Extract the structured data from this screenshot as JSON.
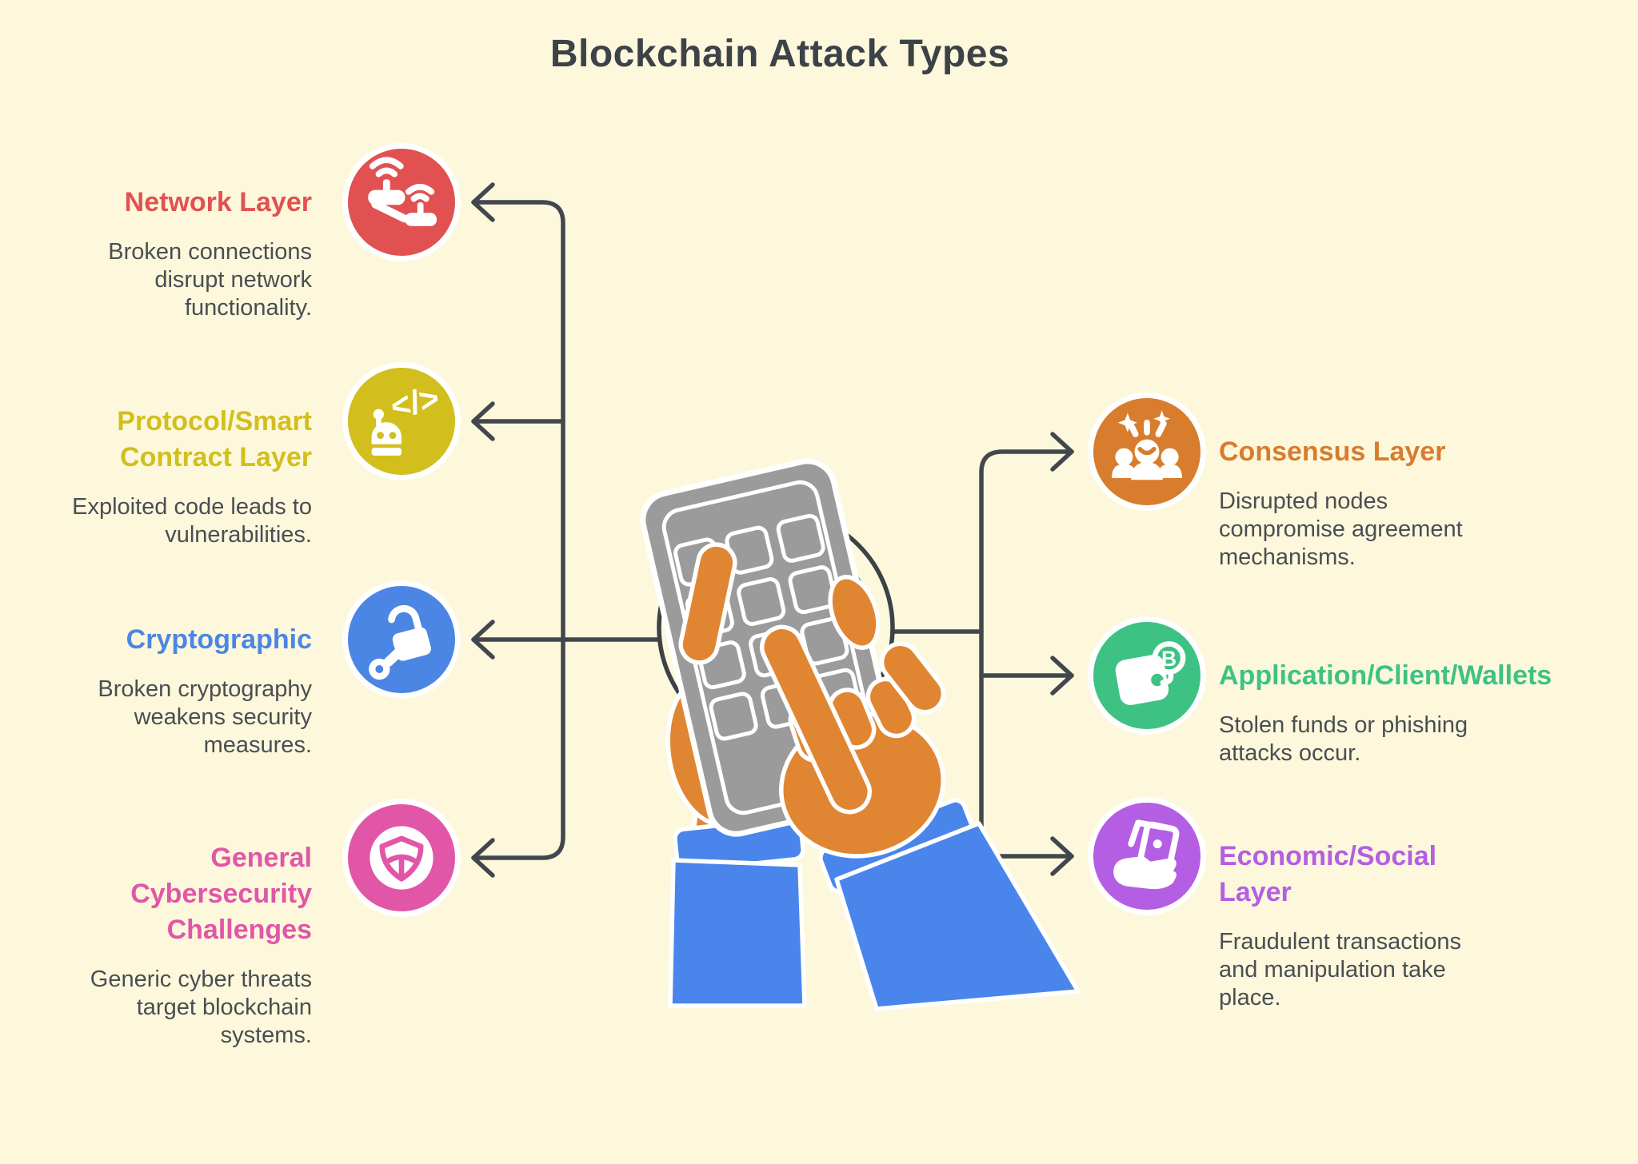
{
  "title": "Blockchain Attack Types",
  "colors": {
    "background": "#FDF8DC",
    "heading": "#3C4247",
    "body_text": "#4A4E53",
    "connector": "#42474D",
    "center_ring": "#3C4247",
    "center_disc": "#2AA8DC",
    "hand": "#E08632",
    "sleeve": "#4A85EC",
    "phone": "#9B9B9B"
  },
  "icons": {
    "code_glyph": "</>",
    "bitcoin_glyph": "B"
  },
  "left_items": [
    {
      "id": "network-layer",
      "icon": "broken-wifi-routers-icon",
      "color": "#E25151",
      "title_lines": [
        "Network Layer"
      ],
      "description_lines": [
        "Broken connections",
        "disrupt network",
        "functionality."
      ]
    },
    {
      "id": "protocol-smart-contract-layer",
      "icon": "code-robot-icon",
      "color": "#D2BF1D",
      "title_lines": [
        "Protocol/Smart",
        "Contract Layer"
      ],
      "description_lines": [
        "Exploited code leads to",
        "vulnerabilities."
      ]
    },
    {
      "id": "cryptographic",
      "icon": "unlocked-padlock-key-icon",
      "color": "#4C86E4",
      "title_lines": [
        "Cryptographic"
      ],
      "description_lines": [
        "Broken cryptography",
        "weakens security",
        "measures."
      ]
    },
    {
      "id": "general-cybersecurity-challenges",
      "icon": "shield-emblem-icon",
      "color": "#E156A6",
      "title_lines": [
        "General",
        "Cybersecurity",
        "Challenges"
      ],
      "description_lines": [
        "Generic cyber threats",
        "target blockchain",
        "systems."
      ]
    }
  ],
  "right_items": [
    {
      "id": "consensus-layer",
      "icon": "people-celebration-icon",
      "color": "#D87C2E",
      "title_lines": [
        "Consensus Layer"
      ],
      "description_lines": [
        "Disrupted nodes",
        "compromise agreement",
        "mechanisms."
      ]
    },
    {
      "id": "application-client-wallets",
      "icon": "bitcoin-wallet-icon",
      "color": "#3EC284",
      "title_lines": [
        "Application/Client/Wallets"
      ],
      "description_lines": [
        "Stolen funds or phishing",
        "attacks occur."
      ]
    },
    {
      "id": "economic-social-layer",
      "icon": "hand-holding-money-icon",
      "color": "#B45EE4",
      "title_lines": [
        "Economic/Social",
        "Layer"
      ],
      "description_lines": [
        "Fraudulent transactions",
        "and manipulation take",
        "place."
      ]
    }
  ],
  "center": {
    "icon": "hands-using-phone-illustration"
  }
}
